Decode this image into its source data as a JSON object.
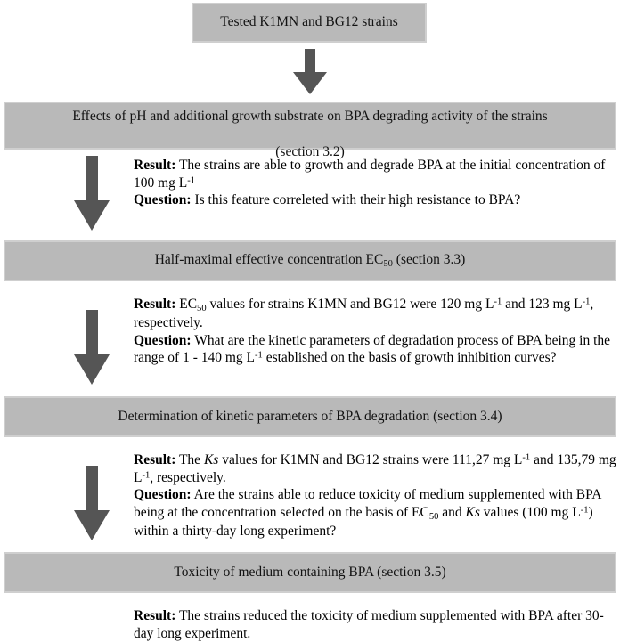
{
  "diagram": {
    "title": "BPA biodegradation study flowchart",
    "colors": {
      "box_fill": "#b9b9b9",
      "box_border": "#cfcfcf",
      "arrow": "#555555",
      "text": "#000000",
      "background": "#ffffff"
    },
    "boxes": [
      {
        "id": "start",
        "text": "Tested K1MN and BG12 strains"
      },
      {
        "id": "ph",
        "line1": "Effects of pH and additional growth substrate on BPA degrading activity of the strains",
        "line2": "(section 3.2)"
      },
      {
        "id": "ec50",
        "prefix": "Half-maximal effective concentration EC",
        "subscript": "50",
        "suffix": " (section 3.3)"
      },
      {
        "id": "kinetic",
        "text": "Determination of kinetic parameters of BPA degradation (section 3.4)"
      },
      {
        "id": "toxicity",
        "text": "Toxicity of medium containing BPA (section 3.5)"
      }
    ],
    "arrows": [
      {
        "id": "arrow-1",
        "direction": "down"
      },
      {
        "id": "arrow-2",
        "direction": "down"
      },
      {
        "id": "arrow-3",
        "direction": "down"
      },
      {
        "id": "arrow-4",
        "direction": "down"
      }
    ],
    "notes": [
      {
        "id": "note-1",
        "result_label": "Result:",
        "result_text_a": " The strains are able to growth and degrade BPA at the initial concentration of 100 mg L",
        "result_sup": "-1",
        "question_label": "Question:",
        "question_text": " Is this feature correleted with their high resistance to BPA?"
      },
      {
        "id": "note-2",
        "result_label": "Result:",
        "result_a": " EC",
        "result_sub": "50",
        "result_b": " values for strains K1MN and BG12 were 120 mg L",
        "result_sup1": "-1",
        "result_c": " and 123 mg L",
        "result_sup2": "-1",
        "result_d": ", respectively.",
        "question_label": "Question:",
        "question_a": " What are the kinetic parameters of degradation process of BPA being in the range of 1 - 140 mg L",
        "question_sup": "-1",
        "question_b": " established on the basis of growth inhibition curves?"
      },
      {
        "id": "note-3",
        "result_label": "Result:",
        "result_a": " The ",
        "result_italic": "Ks",
        "result_b": " values for K1MN and BG12 strains were 111,27 mg L",
        "result_sup1": "-1",
        "result_c": " and 135,79 mg L",
        "result_sup2": "-1",
        "result_d": ", respectively.",
        "question_label": "Question:",
        "question_a": " Are the strains able to reduce toxicity of medium supplemented with BPA being at the concentration selected on the basis of EC",
        "question_sub": "50",
        "question_b": " and ",
        "question_italic": "Ks",
        "question_c": " values (100 mg L",
        "question_sup": "-1",
        "question_d": ") within a thirty-day long experiment?"
      },
      {
        "id": "note-4",
        "result_label": "Result:",
        "result_text": " The strains reduced the toxicity of medium supplemented with BPA after 30-day long experiment."
      }
    ]
  }
}
